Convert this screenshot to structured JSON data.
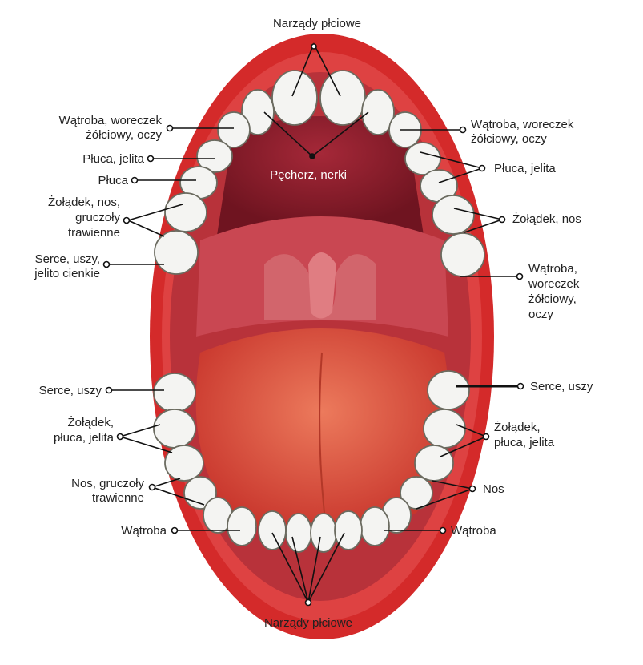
{
  "title_top": "Narządy płciowe",
  "title_bottom": "Narządy płciowe",
  "palate_label": "Pęcherz, nerki",
  "left_upper": [
    {
      "lines": [
        "Wątroba, woreczek",
        "żółciowy, oczy"
      ]
    },
    {
      "lines": [
        "Płuca, jelita"
      ]
    },
    {
      "lines": [
        "Płuca"
      ]
    },
    {
      "lines": [
        "Żołądek, nos,",
        "gruczoły",
        "trawienne"
      ]
    },
    {
      "lines": [
        "Serce, uszy,",
        "jelito cienkie"
      ]
    }
  ],
  "right_upper": [
    {
      "lines": [
        "Wątroba, woreczek",
        "żółciowy, oczy"
      ]
    },
    {
      "lines": [
        "Płuca, jelita"
      ]
    },
    {
      "lines": [
        "Żołądek, nos"
      ]
    },
    {
      "lines": [
        "Wątroba,",
        "woreczek",
        "żółciowy,",
        "oczy"
      ]
    }
  ],
  "left_lower": [
    {
      "lines": [
        "Serce, uszy"
      ]
    },
    {
      "lines": [
        "Żołądek,",
        "płuca, jelita"
      ]
    },
    {
      "lines": [
        "Nos, gruczoły",
        "trawienne"
      ]
    },
    {
      "lines": [
        "Wątroba"
      ]
    }
  ],
  "right_lower": [
    {
      "lines": [
        "Serce, uszy"
      ]
    },
    {
      "lines": [
        "Żołądek,",
        "płuca, jelita"
      ]
    },
    {
      "lines": [
        "Nos"
      ]
    },
    {
      "lines": [
        "Wątroba"
      ]
    }
  ],
  "colors": {
    "lip": "#d42a2a",
    "inner": "#b8323a",
    "palate": "#8e1f2c",
    "tongue": "#e0533e",
    "tooth": "#f4f4f2"
  }
}
